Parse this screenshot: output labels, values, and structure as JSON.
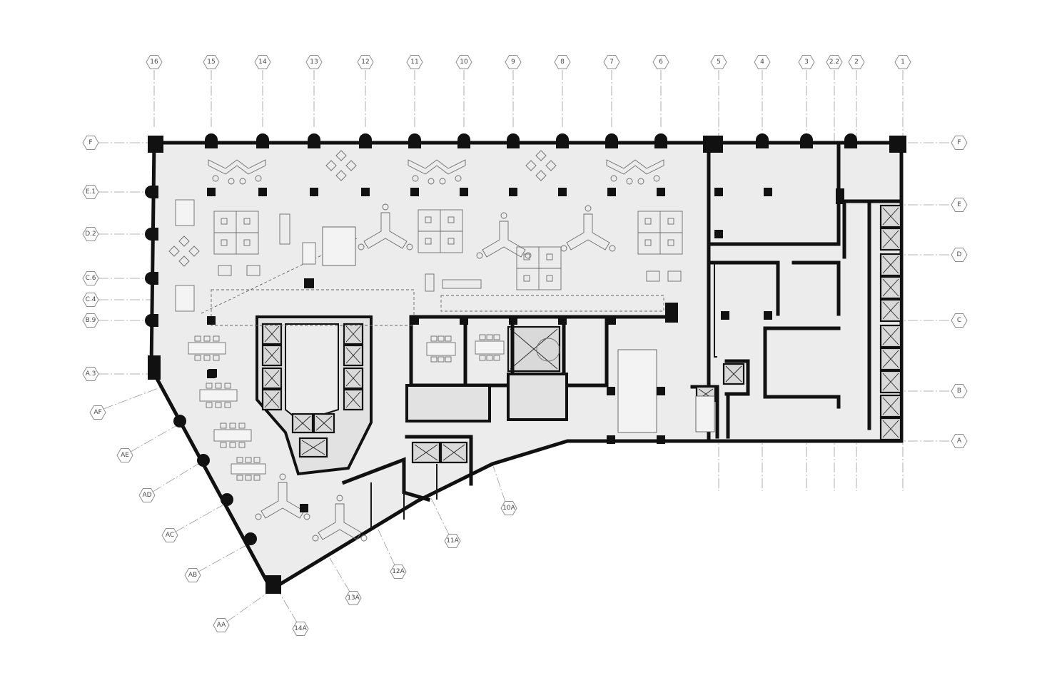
{
  "drawing": {
    "type": "architectural floor plan",
    "colors": {
      "walls": "#111111",
      "floor": "#ececec",
      "grid": "#9a9a9a",
      "background": "#ffffff"
    }
  },
  "grid_columns": [
    "16",
    "15",
    "14",
    "13",
    "12",
    "11",
    "10",
    "9",
    "8",
    "7",
    "6",
    "5",
    "4",
    "3",
    "2.2",
    "2",
    "1"
  ],
  "grid_rows": [
    "F",
    "E.1",
    "D.2",
    "C.6",
    "C.4",
    "B.9",
    "A.3",
    "E",
    "D",
    "C",
    "B",
    "A"
  ],
  "angled_grid": [
    "AF",
    "AE",
    "AD",
    "AC",
    "AB",
    "AA"
  ],
  "angled_columns": [
    "14A",
    "13A",
    "12A",
    "11A",
    "10A"
  ]
}
